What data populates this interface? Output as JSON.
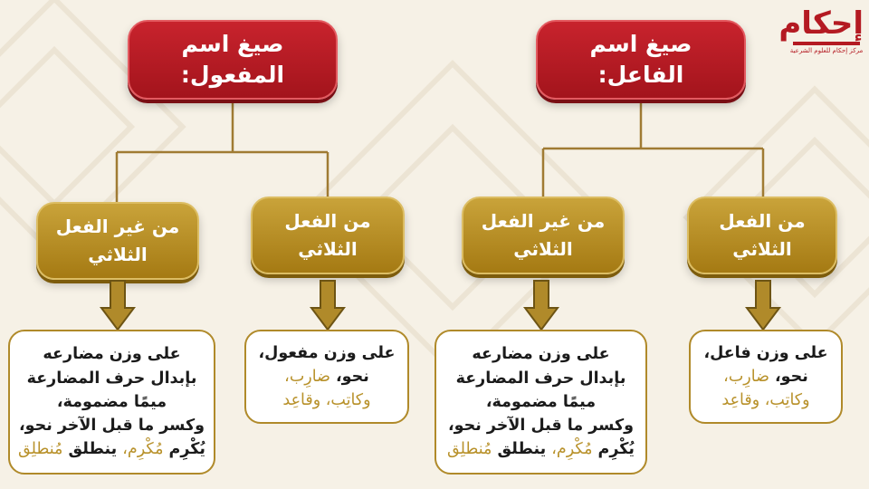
{
  "colors": {
    "background": "#f6f1e6",
    "red_box": "#b81d25",
    "gold_box": "#b68d22",
    "highlight_text": "#b8912a",
    "connector": "#a07b33"
  },
  "logo": {
    "mark": "إحكام",
    "subtitle": "مركز إحكام للعلوم الشرعية"
  },
  "groups": {
    "faail": {
      "title": "صيغ اسم\nالفاعل:",
      "thulathi": {
        "label": "من الفعل\nالثلاثي",
        "text_line1": "على وزن فاعل،",
        "text_prefix": "نحو، ",
        "example1": "ضارِب،",
        "example2": "وكاتِب، وقاعِد"
      },
      "ghayr_thulathi": {
        "label": "من غير الفعل\nالثلاثي",
        "lines": [
          "على وزن مضارعه",
          "بإبدال حرف المضارعة",
          "ميمًا مضمومة،",
          "وكسر ما قبل الآخر نحو،"
        ],
        "example_a": "يُكْرِم",
        "example_b": "مُكْرِم،",
        "example_c": "ينطلق",
        "example_d": "مُنطلِق"
      }
    },
    "mafool": {
      "title": "صيغ اسم\nالمفعول:",
      "thulathi": {
        "label": "من الفعل\nالثلاثي",
        "text_line1": "على وزن مفعول،",
        "text_prefix": "نحو، ",
        "example1": "ضارِب،",
        "example2": "وكاتِب، وقاعِد"
      },
      "ghayr_thulathi": {
        "label": "من غير الفعل\nالثلاثي",
        "lines": [
          "على وزن مضارعه",
          "بإبدال حرف المضارعة",
          "ميمًا مضمومة،",
          "وكسر ما قبل الآخر نحو،"
        ],
        "example_a": "يُكْرِم",
        "example_b": "مُكْرِم،",
        "example_c": "ينطلق",
        "example_d": "مُنطلِق"
      }
    }
  }
}
